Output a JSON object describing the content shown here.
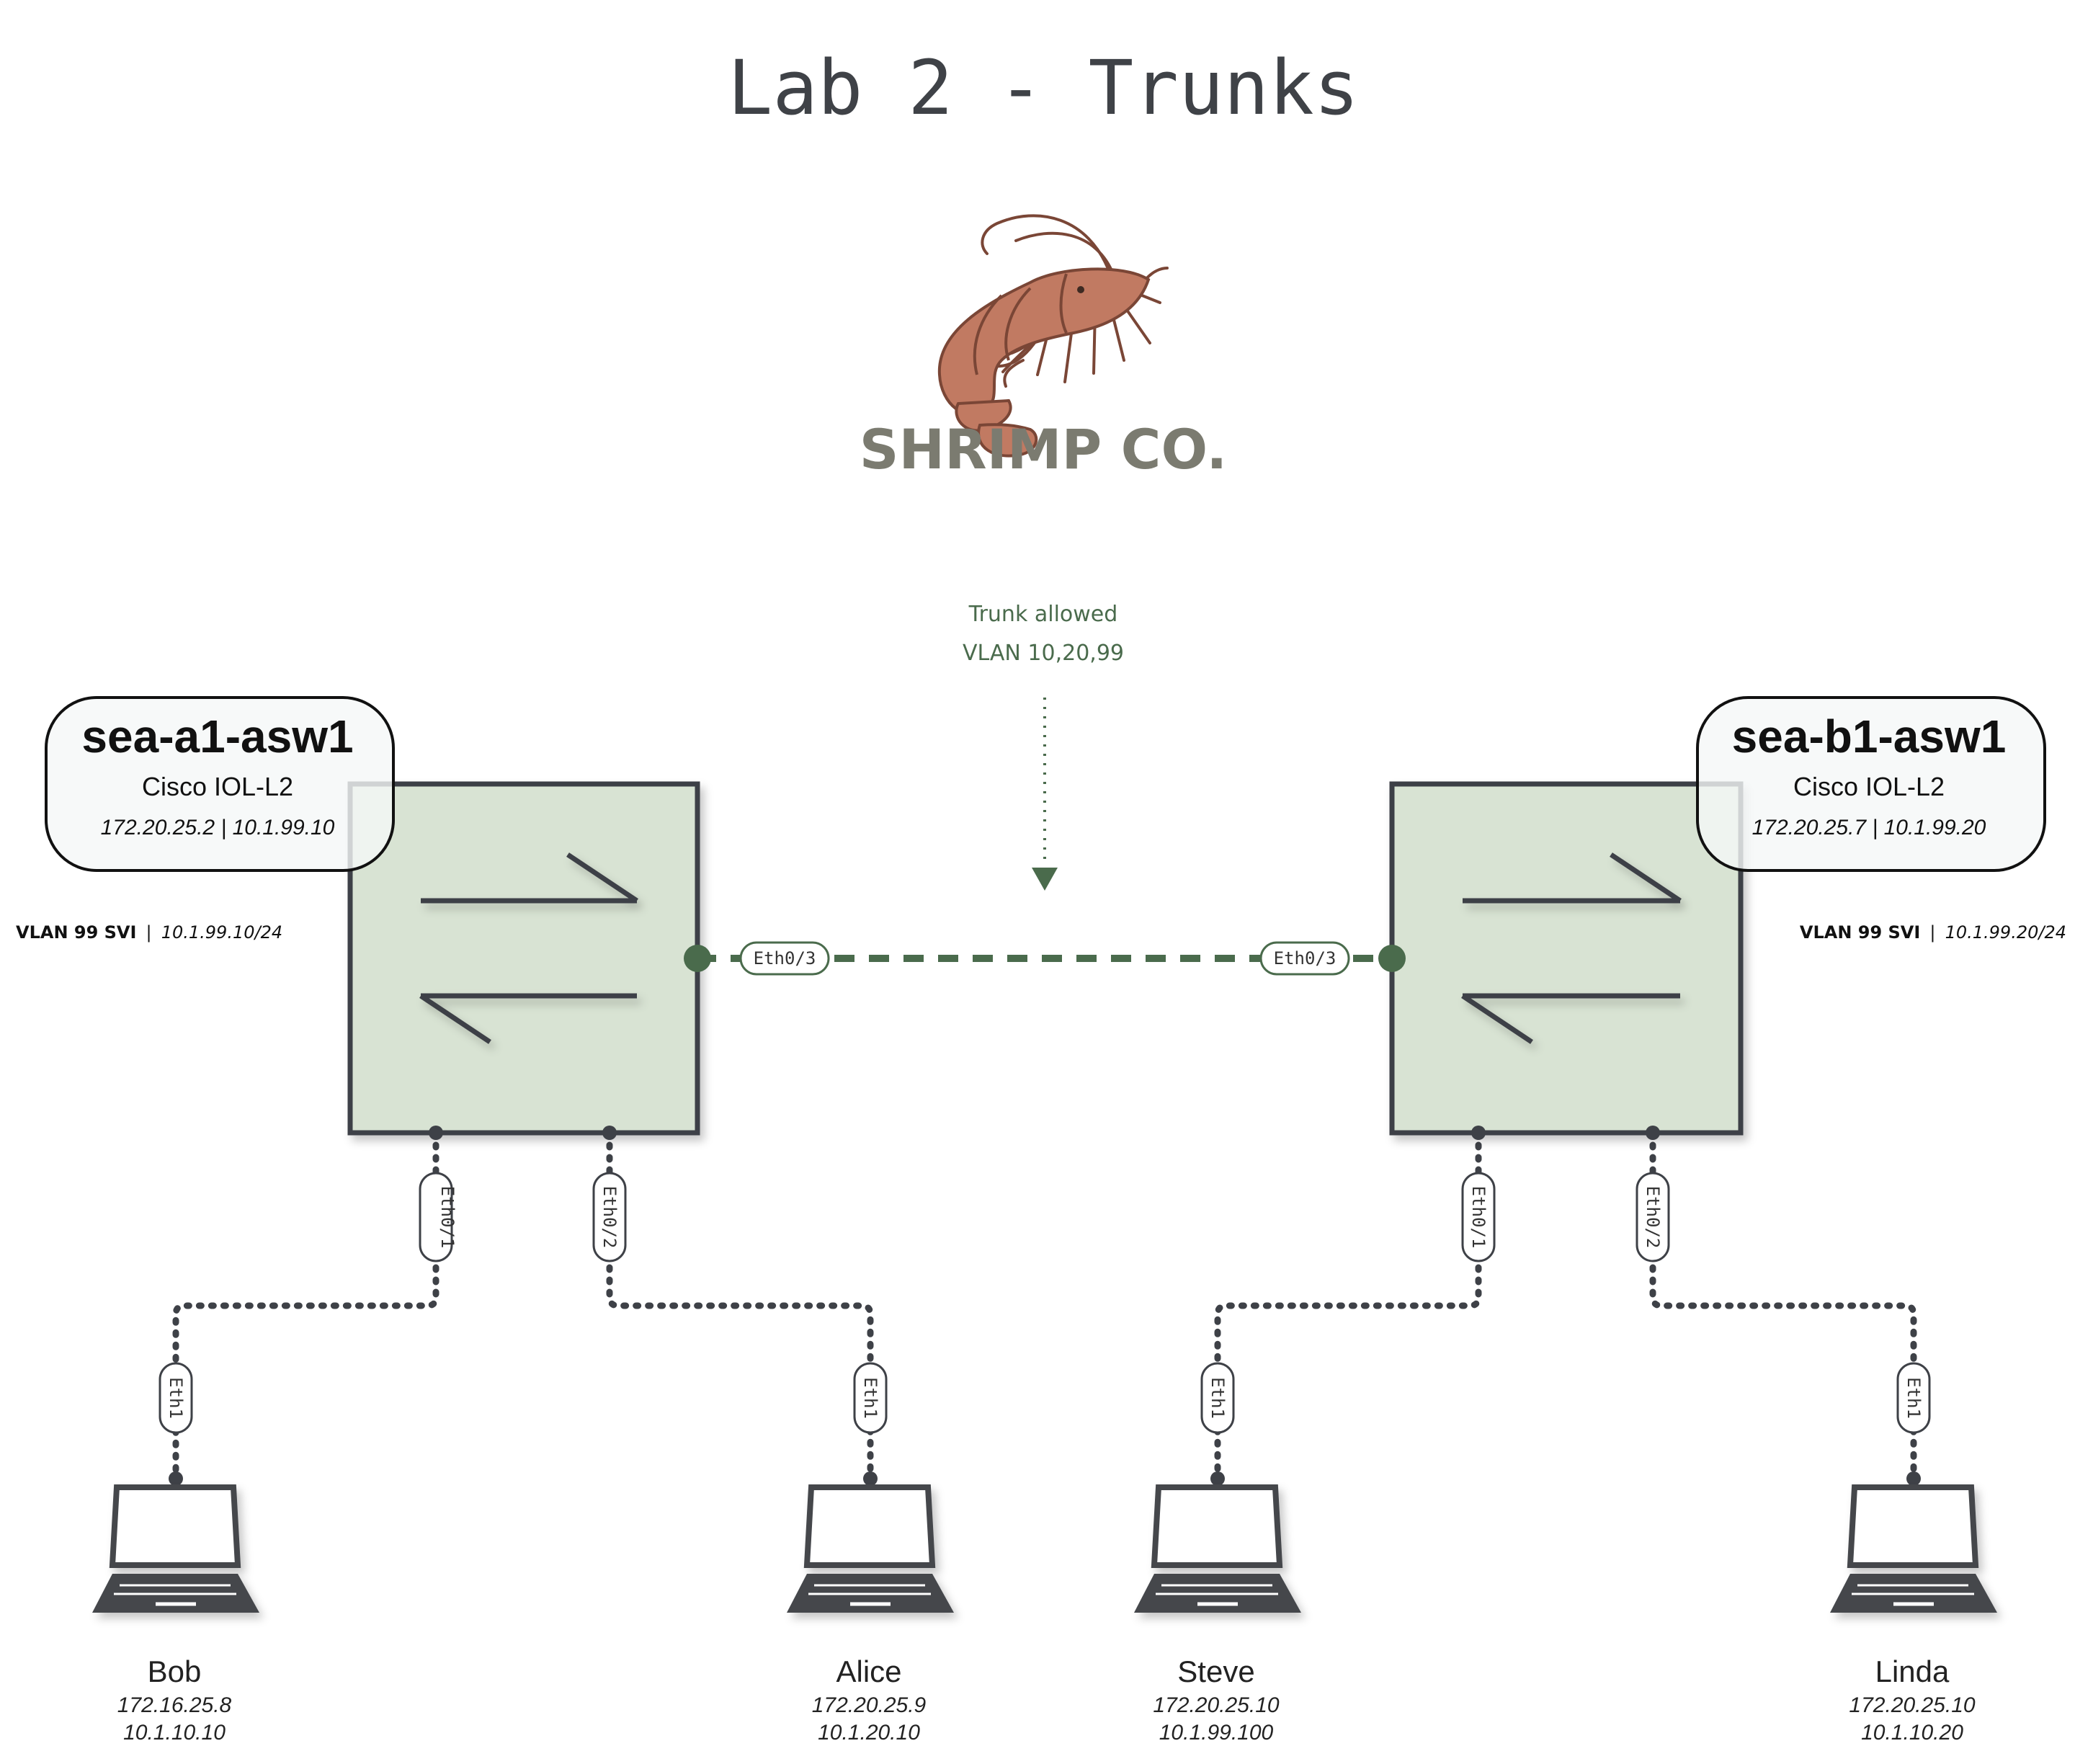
{
  "title": "Lab 2 - Trunks",
  "logo": {
    "brand": "SHRIMP CO.",
    "icon": "shrimp-icon"
  },
  "trunk_note": {
    "line1": "Trunk allowed",
    "line2": "VLAN 10,20,99"
  },
  "switches": [
    {
      "hostname": "sea-a1-asw1",
      "model": "Cisco IOL-L2",
      "ips": "172.20.25.2 | 10.1.99.10",
      "svi_label": "VLAN 99 SVI",
      "svi_sep": "|",
      "svi_ip": "10.1.99.10/24",
      "trunk_port": "Eth0/3",
      "port_1": "Eth0/1",
      "port_2": "Eth0/2"
    },
    {
      "hostname": "sea-b1-asw1",
      "model": "Cisco IOL-L2",
      "ips": "172.20.25.7 | 10.1.99.20",
      "svi_label": "VLAN 99 SVI",
      "svi_sep": "|",
      "svi_ip": "10.1.99.20/24",
      "trunk_port": "Eth0/3",
      "port_1": "Eth0/1",
      "port_2": "Eth0/2"
    }
  ],
  "hosts": [
    {
      "name": "Bob",
      "ip1": "172.16.25.8",
      "ip2": "10.1.10.10",
      "port": "Eth1"
    },
    {
      "name": "Alice",
      "ip1": "172.20.25.9",
      "ip2": "10.1.20.10",
      "port": "Eth1"
    },
    {
      "name": "Steve",
      "ip1": "172.20.25.10",
      "ip2": "10.1.99.100",
      "port": "Eth1"
    },
    {
      "name": "Linda",
      "ip1": "172.20.25.10",
      "ip2": "10.1.10.20",
      "port": "Eth1"
    }
  ],
  "colors": {
    "switch_fill": "#d8e3d3",
    "switch_stroke": "#3e4147",
    "trunk": "#4a6b4c",
    "link": "#3e4147",
    "logo_body": "#c17a62",
    "logo_stroke": "#7a4636"
  }
}
